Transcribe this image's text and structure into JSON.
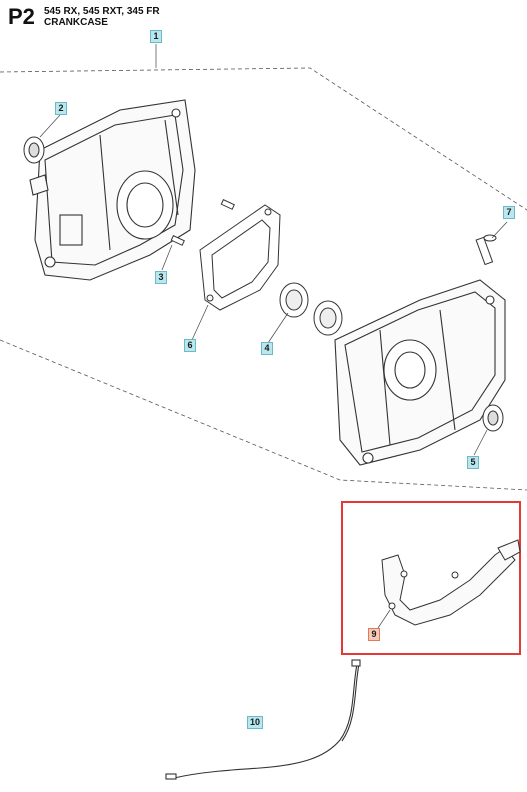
{
  "header": {
    "page_code": "P2",
    "models": "545 RX, 545 RXT, 345 FR",
    "title": "CRANKCASE"
  },
  "callouts": [
    {
      "num": "1",
      "highlight": false
    },
    {
      "num": "2",
      "highlight": false
    },
    {
      "num": "3",
      "highlight": false
    },
    {
      "num": "4",
      "highlight": false
    },
    {
      "num": "5",
      "highlight": false
    },
    {
      "num": "6",
      "highlight": false
    },
    {
      "num": "7",
      "highlight": false
    },
    {
      "num": "9",
      "highlight": true
    },
    {
      "num": "10",
      "highlight": false
    }
  ],
  "colors": {
    "callout_bg": "#b9e7ef",
    "highlight_box": "#e53935",
    "highlight_callout_bg": "#f7c9b8",
    "line": "#333333"
  },
  "parts": [
    "crankcase-left-half",
    "seal-ring",
    "guide-pin",
    "bearing",
    "seal-ring",
    "gasket",
    "screw",
    "bracket",
    "cable"
  ]
}
